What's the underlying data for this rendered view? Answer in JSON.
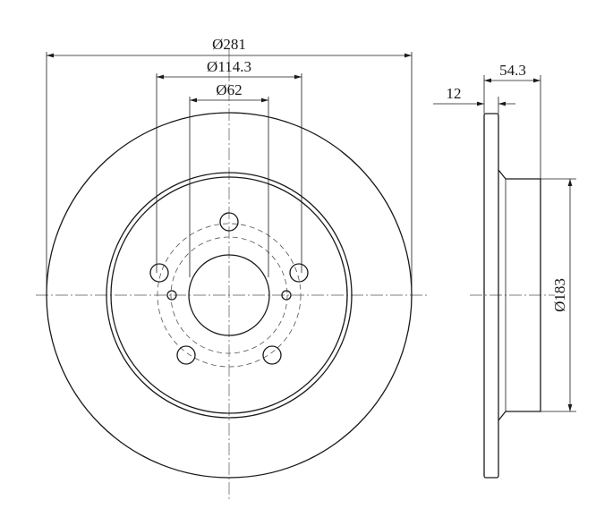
{
  "drawing": {
    "front_view": {
      "outer_diameter_label": "Ø281",
      "pcd_label": "Ø114.3",
      "center_bore_label": "Ø62"
    },
    "side_view": {
      "height_label": "54.3",
      "thickness_label": "12",
      "hat_diameter_label": "Ø183"
    }
  }
}
